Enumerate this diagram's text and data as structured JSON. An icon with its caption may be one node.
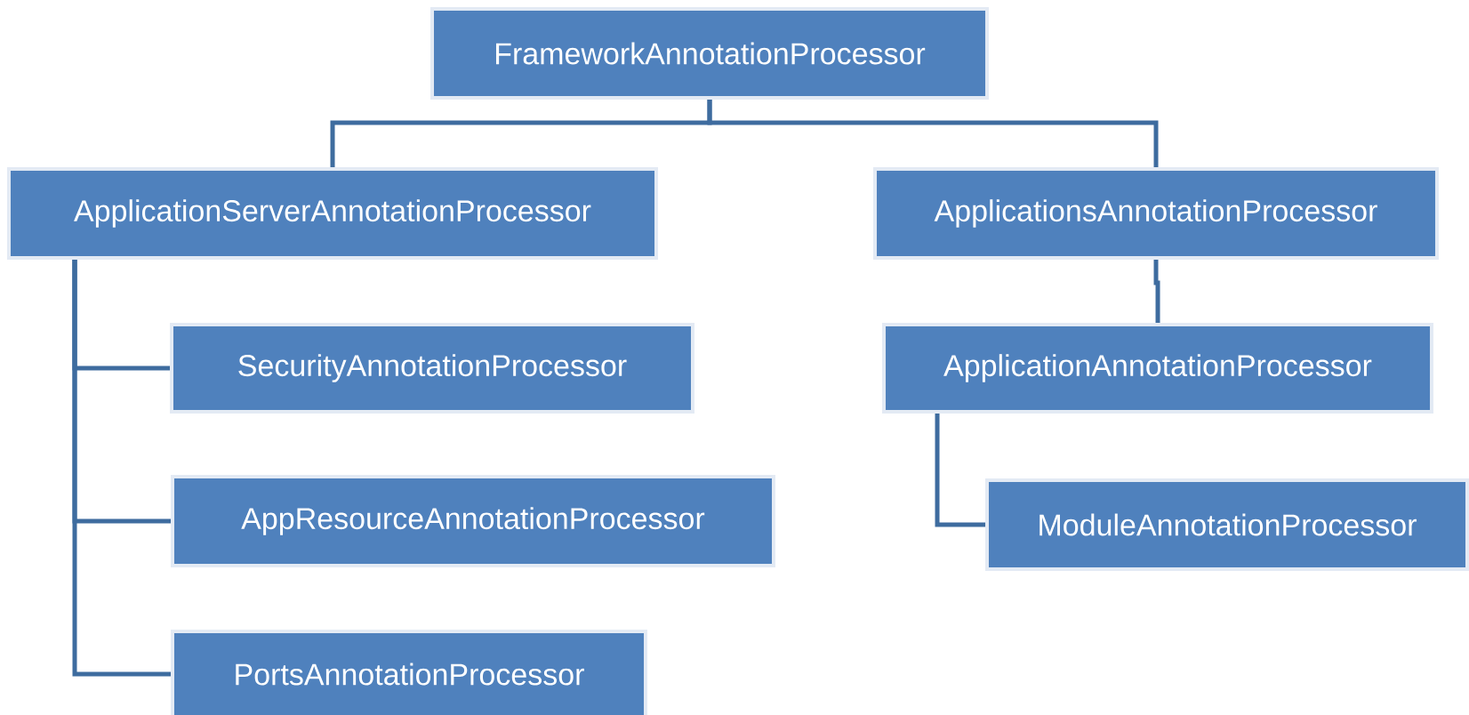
{
  "diagram": {
    "nodes": [
      {
        "text": [
          "FrameworkAnnotationProcessor"
        ]
      },
      {
        "text": [
          "ApplicationServerAnnotationProcessor"
        ]
      },
      {
        "text": [
          "ApplicationsAnnotationProcessor"
        ]
      },
      {
        "text": [
          "SecurityAnnotationProcessor"
        ]
      },
      {
        "text": [
          "AppResourceAnnotationProcessor"
        ]
      },
      {
        "text": [
          "PortsAnnotationProcessor"
        ]
      },
      {
        "text": [
          "ApplicationAnnotationProcessor"
        ]
      },
      {
        "text": [
          "ModuleAnnotationProcessor"
        ]
      }
    ],
    "edges": [
      {
        "from": 0,
        "to": 1,
        "arrow": "none"
      },
      {
        "from": 0,
        "to": 2,
        "arrow": "none"
      },
      {
        "from": 1,
        "to": 3,
        "arrow": "none"
      },
      {
        "from": 1,
        "to": 4,
        "arrow": "none"
      },
      {
        "from": 1,
        "to": 5,
        "arrow": "none"
      },
      {
        "from": 2,
        "to": 6,
        "arrow": "none"
      },
      {
        "from": 6,
        "to": 7,
        "arrow": "none"
      }
    ]
  }
}
